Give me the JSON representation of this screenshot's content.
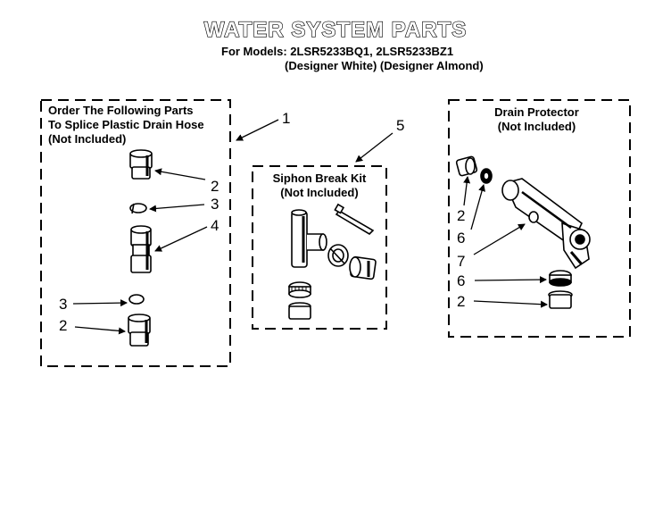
{
  "header": {
    "title": "WATER SYSTEM PARTS",
    "models_line": "For Models: 2LSR5233BQ1, 2LSR5233BZ1",
    "variants_line": "(Designer White) (Designer Almond)"
  },
  "left_box": {
    "line1": "Order The Following Parts",
    "line2": "To Splice Plastic Drain Hose",
    "line3": "(Not Included)"
  },
  "middle_box": {
    "line1": "Siphon Break Kit",
    "line2": "(Not Included)"
  },
  "right_box": {
    "line1": "Drain Protector",
    "line2": "(Not Included)"
  },
  "callouts": {
    "left_1": "1",
    "left_2a": "2",
    "left_3a": "3",
    "left_4": "4",
    "left_3b": "3",
    "left_2b": "2",
    "mid_5": "5",
    "right_2a": "2",
    "right_6a": "6",
    "right_7": "7",
    "right_6b": "6",
    "right_2b": "2"
  }
}
